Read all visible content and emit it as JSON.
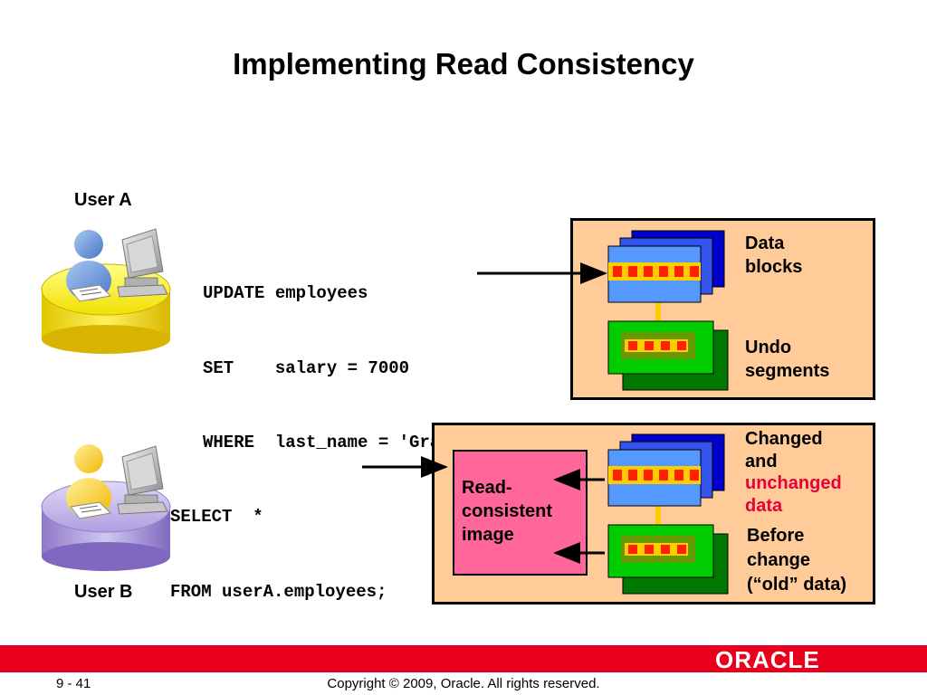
{
  "title": "Implementing Read Consistency",
  "user_a": {
    "label": "User A"
  },
  "user_b": {
    "label": "User B"
  },
  "update_sql": {
    "line1": "UPDATE employees",
    "line2": "SET    salary = 7000",
    "line3": "WHERE  last_name = 'Grant';"
  },
  "select_sql": {
    "line1": "SELECT  *",
    "line2": "FROM userA.employees;"
  },
  "top_panel": {
    "data_blocks": [
      "Data",
      "blocks"
    ],
    "undo_segments": [
      "Undo",
      "segments"
    ]
  },
  "bottom_panel": {
    "read_consistent": [
      "Read-",
      "consistent",
      "image"
    ],
    "changed_line1": "Changed",
    "changed_line2": "and",
    "unchanged_line1": "unchanged",
    "unchanged_line2": "data",
    "before_change": [
      "Before",
      "change",
      "(“old” data)"
    ]
  },
  "footer": {
    "page": "9 - 41",
    "copyright": "Copyright © 2009, Oracle. All rights reserved.",
    "logo": "ORACLE"
  },
  "colors": {
    "panel_bg": "#ffcc99",
    "read_consistent_bg": "#ff6699",
    "footer_red": "#e8001c",
    "unchanged_red": "#e8003c"
  }
}
